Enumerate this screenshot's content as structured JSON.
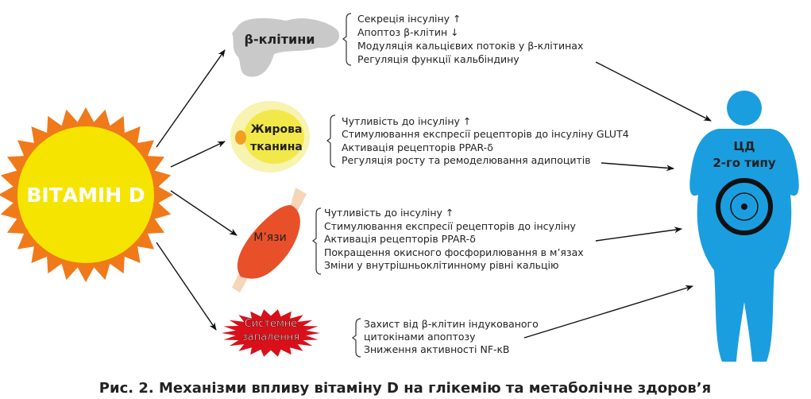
{
  "vitamin": {
    "label": "ВІТАМІН D"
  },
  "beta_cells": {
    "label": "β-клітини",
    "effects": [
      "Секреція інсуліну ↑",
      "Апоптоз β-клітин ↓",
      "Модуляція кальцієвих потоків у β-клітинах",
      "Регуляція функції кальбіндину"
    ]
  },
  "adipose": {
    "label_line1": "Жирова",
    "label_line2": "тканина",
    "effects": [
      "Чутливість до інсуліну ↑",
      "Стимулювання експресії рецепторів до інсуліну GLUT4",
      "Активація рецепторів PPAR-δ",
      "Регуляція росту та ремоделювання адипоцитів"
    ]
  },
  "muscle": {
    "label": "М’язи",
    "effects": [
      "Чутливість до інсуліну ↑",
      "Стимулювання експресії рецепторів до інсуліну",
      "Активація рецепторів PPAR-δ",
      "Покращення окисного фосфорилювання в м’язах",
      "Зміни у внутрішньоклітинному рівні кальцію"
    ]
  },
  "inflammation": {
    "label_line1": "Системне",
    "label_line2": "запалення",
    "effects": [
      "Захист від β-клітин індукованого",
      "цитокінами апоптозу",
      "Зниження активності NF-κB"
    ]
  },
  "outcome": {
    "line1": "ЦД",
    "line2": "2-го типу"
  },
  "caption": "Рис. 2. Механізми впливу вітаміну D на глікемію та метаболічне здоров’я",
  "colors": {
    "sun": "#f5e400",
    "rays": "#f07a1a",
    "person": "#1a9ee0",
    "inflammation": "#d8101a",
    "muscle": "#e8502a",
    "cells": "#c9c9c9"
  }
}
